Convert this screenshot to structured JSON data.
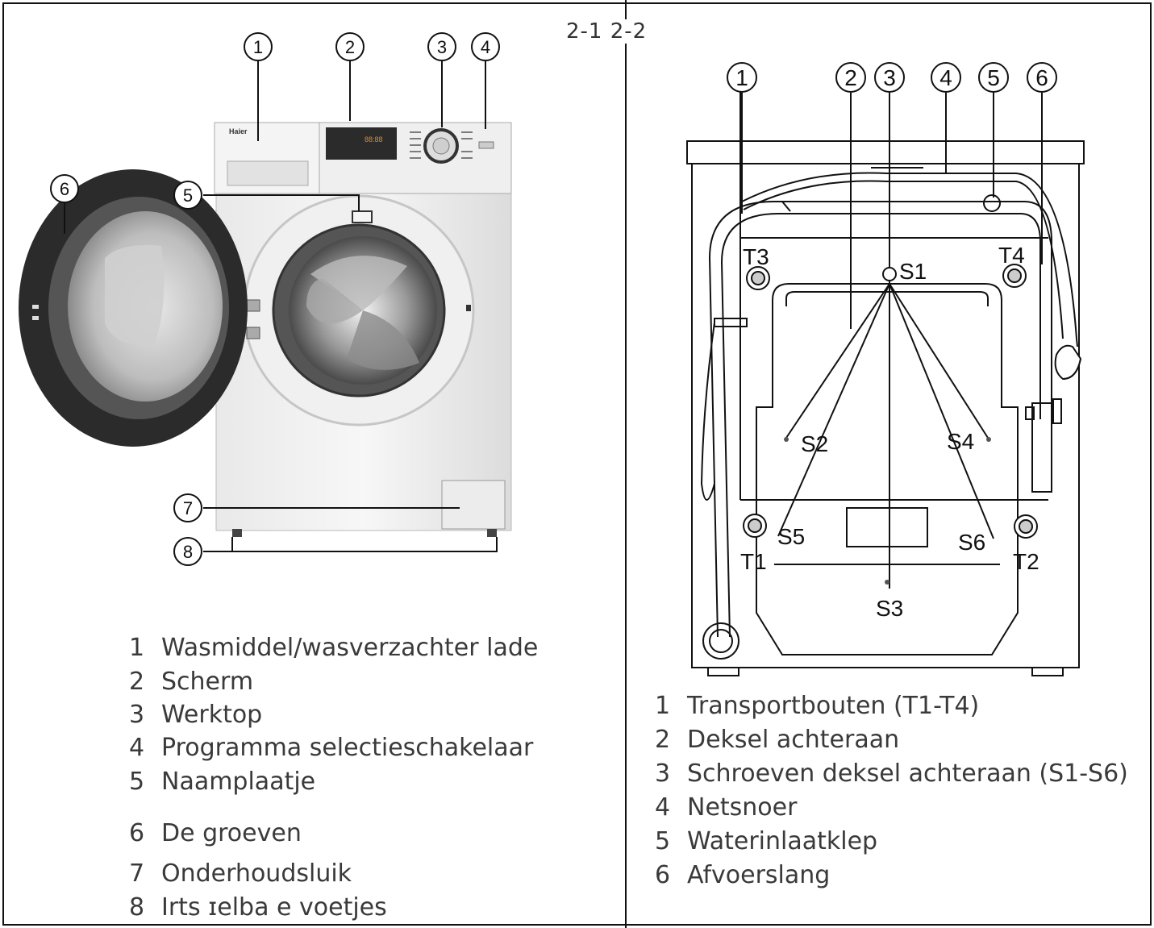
{
  "figure_label": "2-1 2-2",
  "left_panel": {
    "callouts": [
      "1",
      "2",
      "3",
      "4",
      "5",
      "6",
      "7",
      "8"
    ],
    "display_readout": "88:88",
    "brand": "Haier",
    "legend": [
      {
        "num": "1",
        "text": "Wasmiddel/wasverzachter lade"
      },
      {
        "num": "2",
        "text": "Scherm"
      },
      {
        "num": "3",
        "text": "Werktop"
      },
      {
        "num": "4",
        "text": "Programma selectieschakelaar"
      },
      {
        "num": "5",
        "text": "Naamplaatje"
      },
      {
        "num": "6",
        "text": "De groeven"
      },
      {
        "num": "7",
        "text": "Onderhoudsluik"
      },
      {
        "num": "8",
        "text": "Irts ɪelba e voetjes"
      }
    ]
  },
  "right_panel": {
    "callouts": [
      "1",
      "2",
      "3",
      "4",
      "5",
      "6"
    ],
    "bolts": {
      "t1": "T1",
      "t2": "T2",
      "t3": "T3",
      "t4": "T4"
    },
    "screws": {
      "s1": "S1",
      "s2": "S2",
      "s3": "S3",
      "s4": "S4",
      "s5": "S5",
      "s6": "S6"
    },
    "legend": [
      {
        "num": "1",
        "text": "Transportbouten (T1-T4)"
      },
      {
        "num": "2",
        "text": "Deksel achteraan"
      },
      {
        "num": "3",
        "text": "Schroeven deksel achteraan (S1-S6)"
      },
      {
        "num": "4",
        "text": "Netsnoer"
      },
      {
        "num": "5",
        "text": "Waterinlaatklep"
      },
      {
        "num": "6",
        "text": "Afvoerslang"
      }
    ]
  },
  "colors": {
    "line": "#111111",
    "metal": "#c9c9c9",
    "door_ring": "#2b2b2b",
    "panel": "#e6e6e6"
  }
}
